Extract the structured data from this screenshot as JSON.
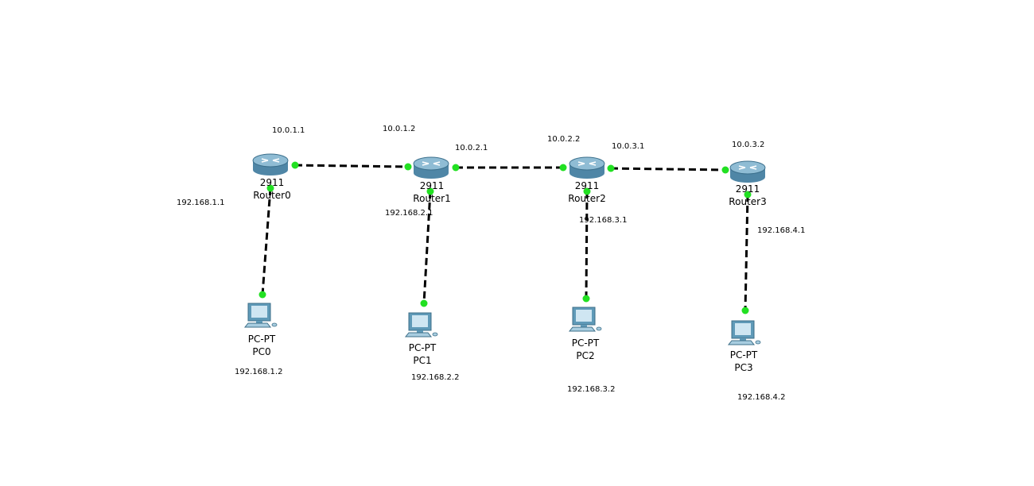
{
  "routers": [
    {
      "id": "r0",
      "model": "2911",
      "name": "Router0"
    },
    {
      "id": "r1",
      "model": "2911",
      "name": "Router1"
    },
    {
      "id": "r2",
      "model": "2911",
      "name": "Router2"
    },
    {
      "id": "r3",
      "model": "2911",
      "name": "Router3"
    }
  ],
  "pcs": [
    {
      "id": "p0",
      "model": "PC-PT",
      "name": "PC0",
      "ip": "192.168.1.2"
    },
    {
      "id": "p1",
      "model": "PC-PT",
      "name": "PC1",
      "ip": "192.168.2.2"
    },
    {
      "id": "p2",
      "model": "PC-PT",
      "name": "PC2",
      "ip": "192.168.3.2"
    },
    {
      "id": "p3",
      "model": "PC-PT",
      "name": "PC3",
      "ip": "192.168.4.2"
    }
  ],
  "router_links": [
    {
      "from": "r0",
      "to": "r1",
      "from_ip": "10.0.1.1",
      "to_ip": "10.0.1.2"
    },
    {
      "from": "r1",
      "to": "r2",
      "from_ip": "10.0.2.1",
      "to_ip": "10.0.2.2"
    },
    {
      "from": "r2",
      "to": "r3",
      "from_ip": "10.0.3.1",
      "to_ip": "10.0.3.2"
    }
  ],
  "lan_links": [
    {
      "router": "r0",
      "pc": "p0",
      "gateway_ip": "192.168.1.1"
    },
    {
      "router": "r1",
      "pc": "p1",
      "gateway_ip": "192.168.2.1"
    },
    {
      "router": "r2",
      "pc": "p2",
      "gateway_ip": "192.168.3.1"
    },
    {
      "router": "r3",
      "pc": "p3",
      "gateway_ip": "192.168.4.1"
    }
  ],
  "colors": {
    "link": "#000000",
    "link_up": "#22e022",
    "router_body": "#4f86a6",
    "router_top": "#8fbcd4",
    "pc_body": "#5f9ab8",
    "pc_screen": "#cfe6f2"
  }
}
